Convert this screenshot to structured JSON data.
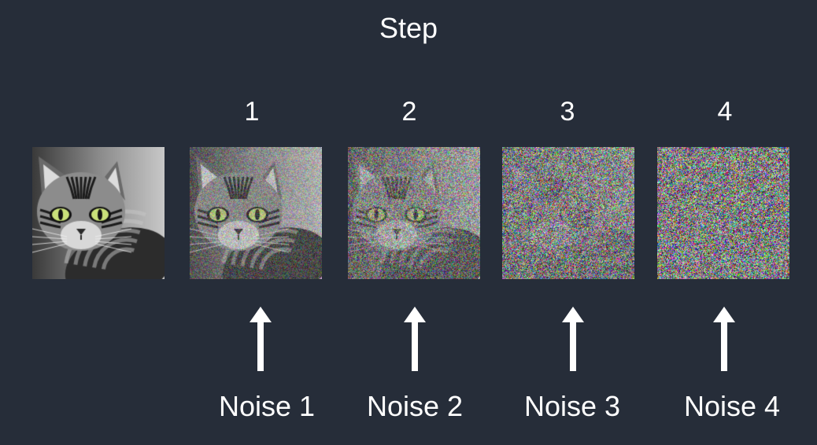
{
  "title": "Step",
  "steps": [
    "1",
    "2",
    "3",
    "4"
  ],
  "noise_labels": [
    "Noise 1",
    "Noise 2",
    "Noise 3",
    "Noise 4"
  ],
  "noise_levels": [
    0.0,
    0.35,
    0.6,
    0.85,
    1.0
  ],
  "colors": {
    "background": "#262d39",
    "text": "#ffffff",
    "arrow": "#ffffff",
    "cat_eye": "#c9e07a"
  },
  "icons": [
    "arrow-up-icon"
  ]
}
